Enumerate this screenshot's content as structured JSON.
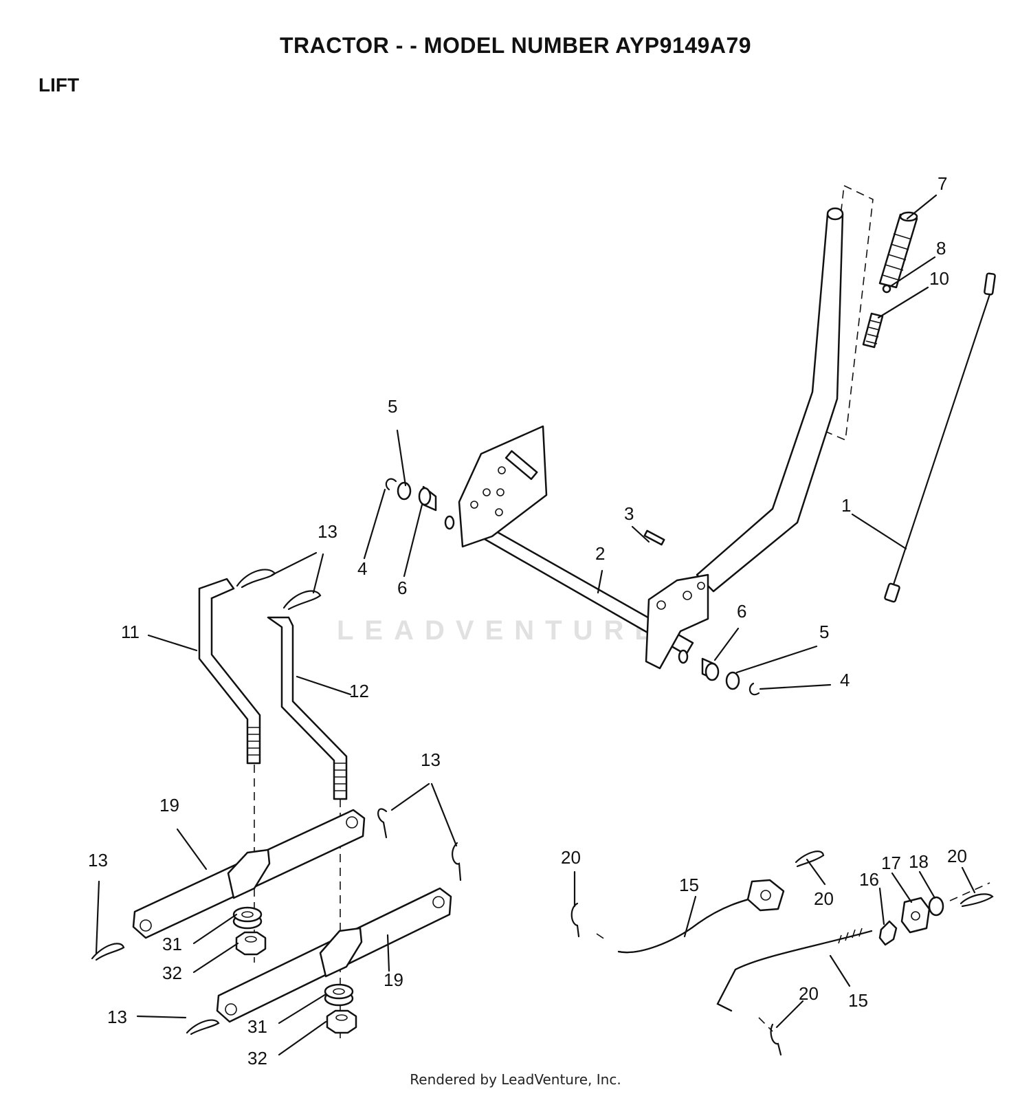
{
  "header": {
    "title": "TRACTOR - - MODEL NUMBER AYP9149A79",
    "section": "LIFT"
  },
  "watermark": "LEADVENTURE",
  "footer": "Rendered by LeadVenture, Inc.",
  "callouts": [
    "7",
    "8",
    "10",
    "1",
    "5",
    "4",
    "6",
    "3",
    "2",
    "6",
    "5",
    "4",
    "13",
    "11",
    "12",
    "13",
    "19",
    "13",
    "31",
    "32",
    "19",
    "13",
    "31",
    "32",
    "20",
    "15",
    "20",
    "16",
    "17",
    "18",
    "20",
    "20",
    "15"
  ]
}
